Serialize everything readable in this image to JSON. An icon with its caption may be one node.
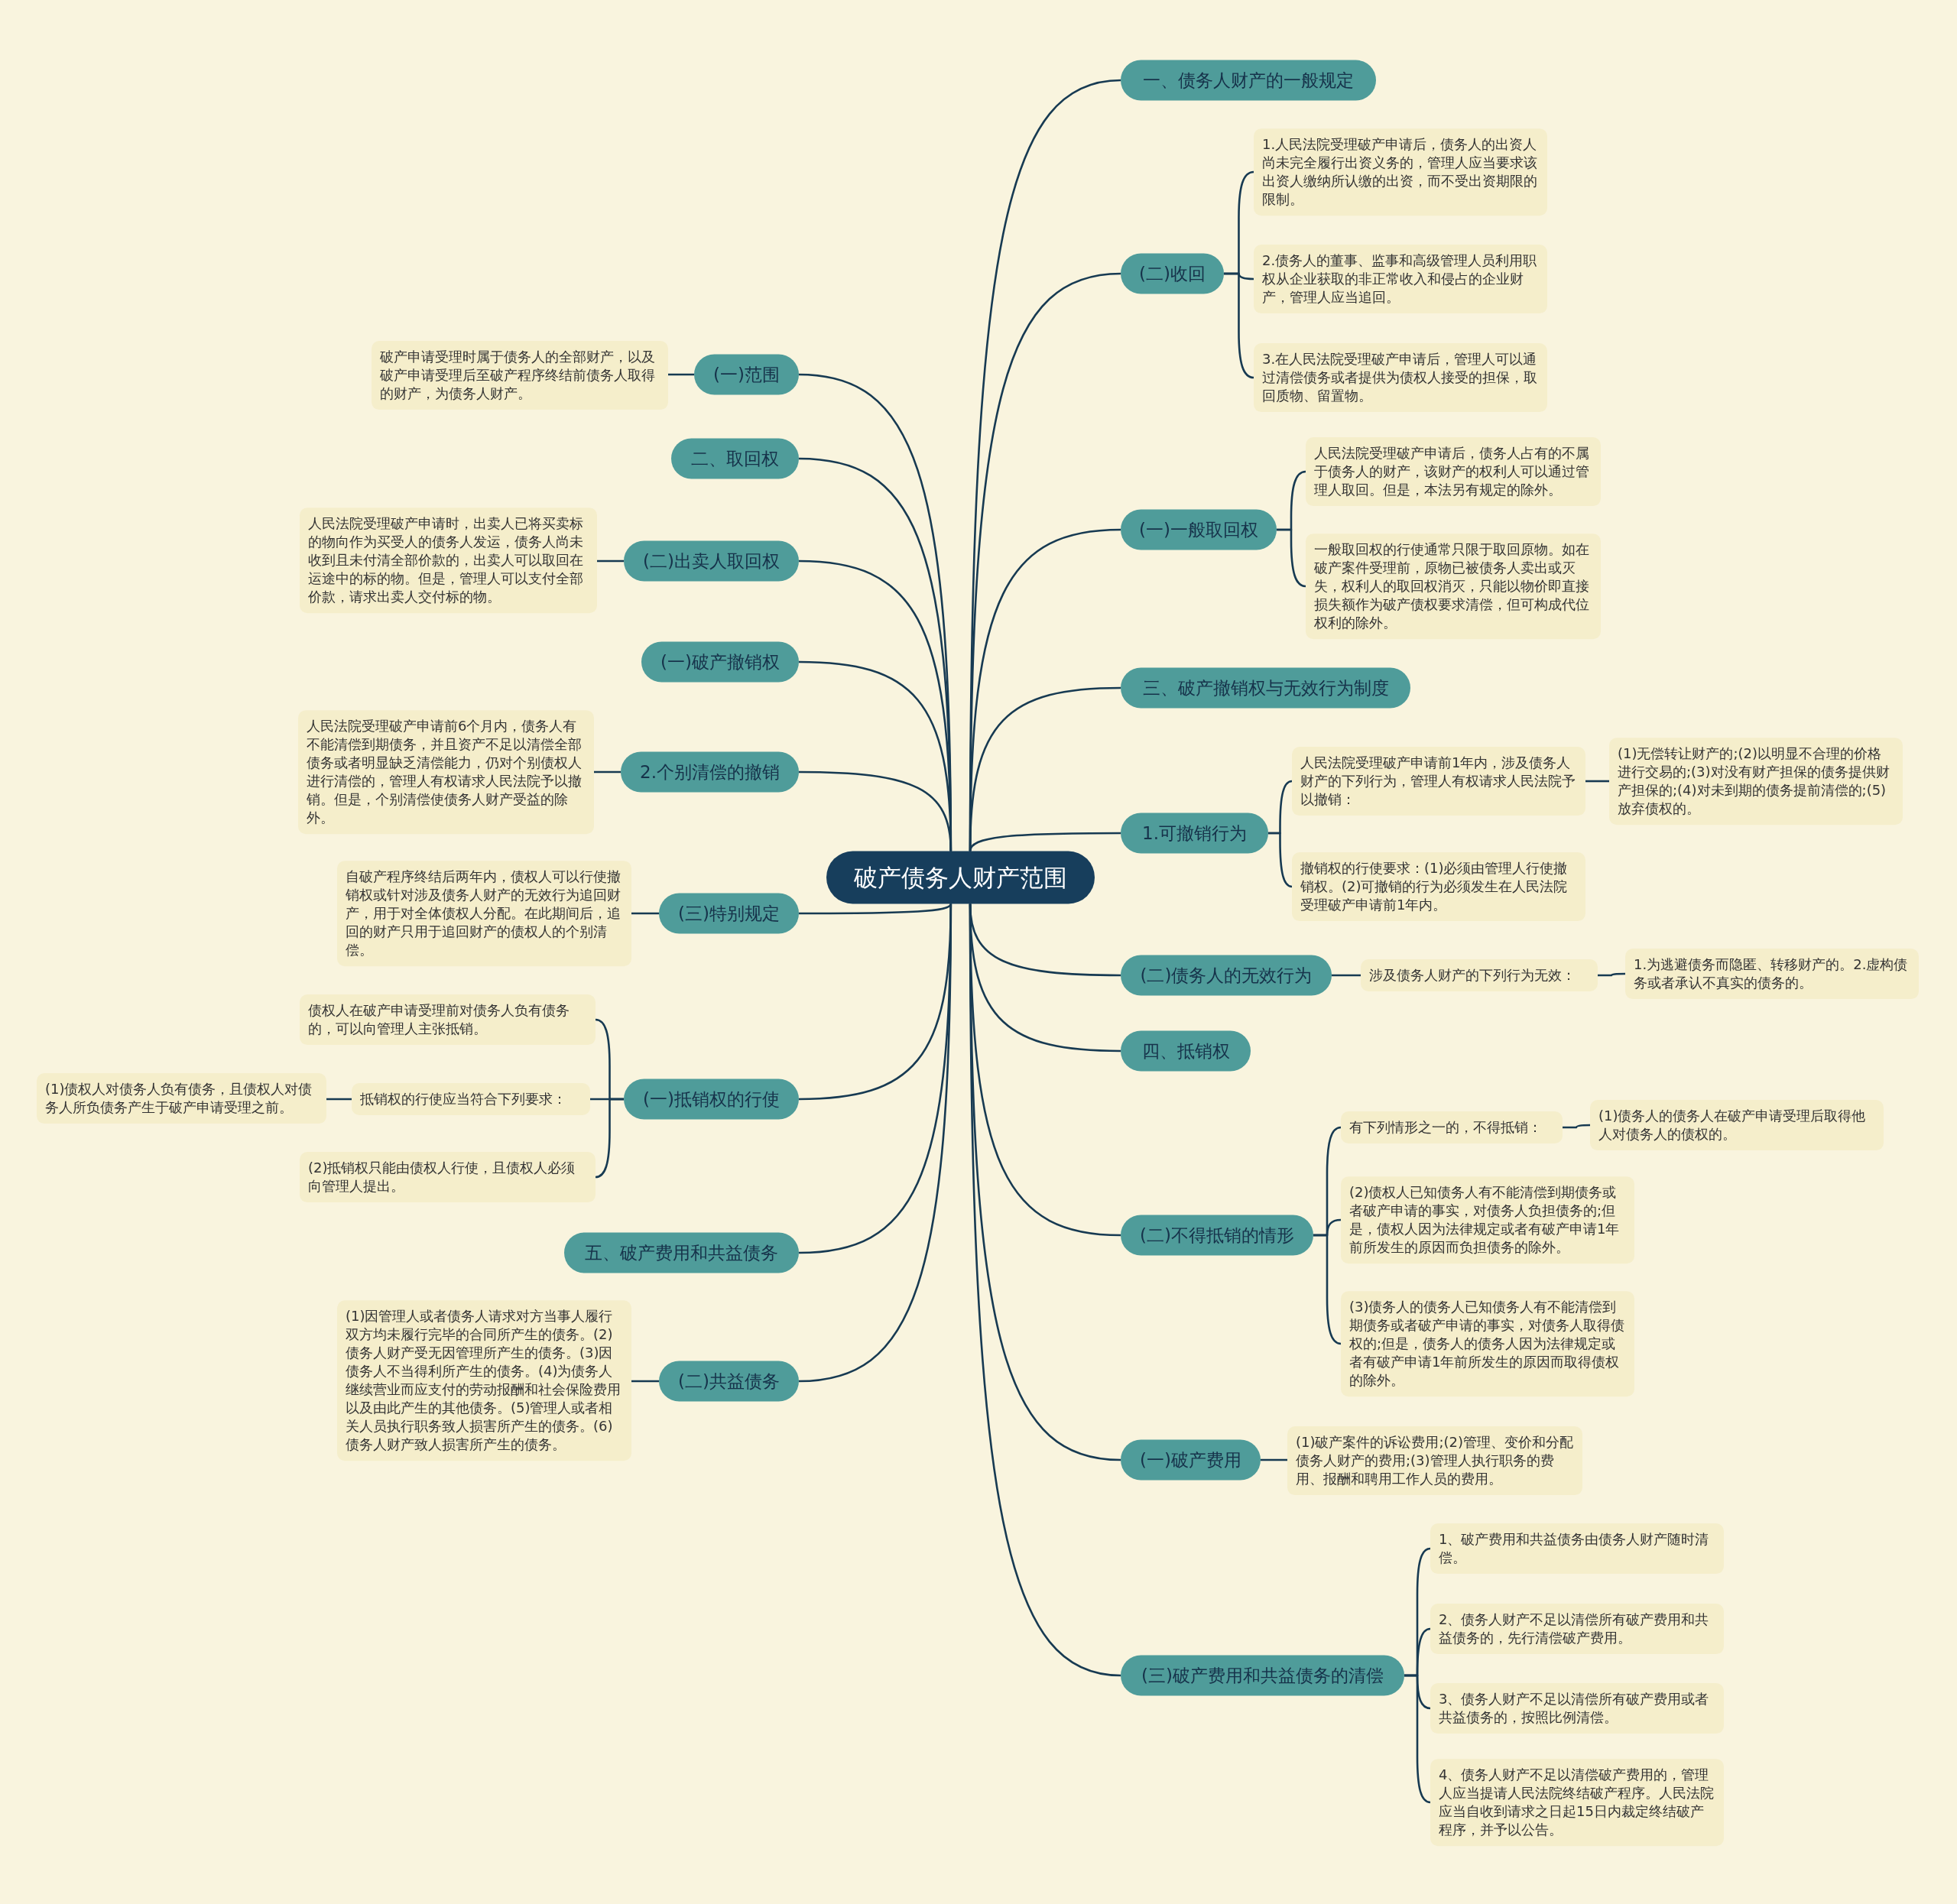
{
  "diagram": {
    "nodes": [
      {
        "text": [
          "破产债务人财产范围"
        ]
      },
      {
        "text": [
          "一、债务人财产的一般规定"
        ]
      },
      {
        "text": [
          "(二)收回"
        ]
      },
      {
        "text": [
          "1.人民法院受理破产申请后，债务人的出资人尚未完全履行出资义务的，管理人应当要求该出资人缴纳所认缴的出资，而不受出资期限的限制。"
        ]
      },
      {
        "text": [
          "2.债务人的董事、监事和高级管理人员利用职权从企业获取的非正常收入和侵占的企业财产，管理人应当追回。"
        ]
      },
      {
        "text": [
          "3.在人民法院受理破产申请后，管理人可以通过清偿债务或者提供为债权人接受的担保，取回质物、留置物。"
        ]
      },
      {
        "text": [
          "(一)一般取回权"
        ]
      },
      {
        "text": [
          "人民法院受理破产申请后，债务人占有的不属于债务人的财产，该财产的权利人可以通过管理人取回。但是，本法另有规定的除外。"
        ]
      },
      {
        "text": [
          "一般取回权的行使通常只限于取回原物。如在破产案件受理前，原物已被债务人卖出或灭失，权利人的取回权消灭，只能以物价即直接损失额作为破产债权要求清偿，但可构成代位权利的除外。"
        ]
      },
      {
        "text": [
          "三、破产撤销权与无效行为制度"
        ]
      },
      {
        "text": [
          "1.可撤销行为"
        ]
      },
      {
        "text": [
          "人民法院受理破产申请前1年内，涉及债务人财产的下列行为，管理人有权请求人民法院予以撤销："
        ]
      },
      {
        "text": [
          "(1)无偿转让财产的;(2)以明显不合理的价格进行交易的;(3)对没有财产担保的债务提供财产担保的;(4)对未到期的债务提前清偿的;(5)放弃债权的。"
        ]
      },
      {
        "text": [
          "撤销权的行使要求：(1)必须由管理人行使撤销权。(2)可撤销的行为必须发生在人民法院受理破产申请前1年内。"
        ]
      },
      {
        "text": [
          "(二)债务人的无效行为"
        ]
      },
      {
        "text": [
          "涉及债务人财产的下列行为无效："
        ]
      },
      {
        "text": [
          "1.为逃避债务而隐匿、转移财产的。2.虚构债务或者承认不真实的债务的。"
        ]
      },
      {
        "text": [
          "四、抵销权"
        ]
      },
      {
        "text": [
          "(二)不得抵销的情形"
        ]
      },
      {
        "text": [
          "有下列情形之一的，不得抵销："
        ]
      },
      {
        "text": [
          "(1)债务人的债务人在破产申请受理后取得他人对债务人的债权的。"
        ]
      },
      {
        "text": [
          "(2)债权人已知债务人有不能清偿到期债务或者破产申请的事实，对债务人负担债务的;但是，债权人因为法律规定或者有破产申请1年前所发生的原因而负担债务的除外。"
        ]
      },
      {
        "text": [
          "(3)债务人的债务人已知债务人有不能清偿到期债务或者破产申请的事实，对债务人取得债权的;但是，债务人的债务人因为法律规定或者有破产申请1年前所发生的原因而取得债权的除外。"
        ]
      },
      {
        "text": [
          "(一)破产费用"
        ]
      },
      {
        "text": [
          "(1)破产案件的诉讼费用;(2)管理、变价和分配债务人财产的费用;(3)管理人执行职务的费用、报酬和聘用工作人员的费用。"
        ]
      },
      {
        "text": [
          "(三)破产费用和共益债务的清偿"
        ]
      },
      {
        "text": [
          "1、破产费用和共益债务由债务人财产随时清偿。"
        ]
      },
      {
        "text": [
          "2、债务人财产不足以清偿所有破产费用和共益债务的，先行清偿破产费用。"
        ]
      },
      {
        "text": [
          "3、债务人财产不足以清偿所有破产费用或者共益债务的，按照比例清偿。"
        ]
      },
      {
        "text": [
          "4、债务人财产不足以清偿破产费用的，管理人应当提请人民法院终结破产程序。人民法院应当自收到请求之日起15日内裁定终结破产程序，并予以公告。"
        ]
      },
      {
        "text": [
          "(一)范围"
        ]
      },
      {
        "text": [
          "破产申请受理时属于债务人的全部财产，以及破产申请受理后至破产程序终结前债务人取得的财产，为债务人财产。"
        ]
      },
      {
        "text": [
          "二、取回权"
        ]
      },
      {
        "text": [
          "(二)出卖人取回权"
        ]
      },
      {
        "text": [
          "人民法院受理破产申请时，出卖人已将买卖标的物向作为买受人的债务人发运，债务人尚未收到且未付清全部价款的，出卖人可以取回在运途中的标的物。但是，管理人可以支付全部价款，请求出卖人交付标的物。"
        ]
      },
      {
        "text": [
          "(一)破产撤销权"
        ]
      },
      {
        "text": [
          "2.个别清偿的撤销"
        ]
      },
      {
        "text": [
          "人民法院受理破产申请前6个月内，债务人有不能清偿到期债务，并且资产不足以清偿全部债务或者明显缺乏清偿能力，仍对个别债权人进行清偿的，管理人有权请求人民法院予以撤销。但是，个别清偿使债务人财产受益的除外。"
        ]
      },
      {
        "text": [
          "(三)特别规定"
        ]
      },
      {
        "text": [
          "自破产程序终结后两年内，债权人可以行使撤销权或针对涉及债务人财产的无效行为追回财产，用于对全体债权人分配。在此期间后，追回的财产只用于追回财产的债权人的个别清偿。"
        ]
      },
      {
        "text": [
          "(一)抵销权的行使"
        ]
      },
      {
        "text": [
          "债权人在破产申请受理前对债务人负有债务的，可以向管理人主张抵销。"
        ]
      },
      {
        "text": [
          "抵销权的行使应当符合下列要求："
        ]
      },
      {
        "text": [
          "(1)债权人对债务人负有债务，且债权人对债务人所负债务产生于破产申请受理之前。"
        ]
      },
      {
        "text": [
          "(2)抵销权只能由债权人行使，且债权人必须向管理人提出。"
        ]
      },
      {
        "text": [
          "五、破产费用和共益债务"
        ]
      },
      {
        "text": [
          "(二)共益债务"
        ]
      },
      {
        "text": [
          "(1)因管理人或者债务人请求对方当事人履行双方均未履行完毕的合同所产生的债务。(2)债务人财产受无因管理所产生的债务。(3)因债务人不当得利所产生的债务。(4)为债务人继续营业而应支付的劳动报酬和社会保险费用以及由此产生的其他债务。(5)管理人或者相关人员执行职务致人损害所产生的债务。(6)债务人财产致人损害所产生的债务。"
        ]
      }
    ],
    "edges": [
      {
        "from": 0,
        "to": 1,
        "arrow": "none"
      },
      {
        "from": 0,
        "to": 2,
        "arrow": "none"
      },
      {
        "from": 0,
        "to": 6,
        "arrow": "none"
      },
      {
        "from": 0,
        "to": 9,
        "arrow": "none"
      },
      {
        "from": 0,
        "to": 10,
        "arrow": "none"
      },
      {
        "from": 0,
        "to": 14,
        "arrow": "none"
      },
      {
        "from": 0,
        "to": 17,
        "arrow": "none"
      },
      {
        "from": 0,
        "to": 18,
        "arrow": "none"
      },
      {
        "from": 0,
        "to": 23,
        "arrow": "none"
      },
      {
        "from": 0,
        "to": 25,
        "arrow": "none"
      },
      {
        "from": 0,
        "to": 30,
        "arrow": "none"
      },
      {
        "from": 0,
        "to": 32,
        "arrow": "none"
      },
      {
        "from": 0,
        "to": 33,
        "arrow": "none"
      },
      {
        "from": 0,
        "to": 35,
        "arrow": "none"
      },
      {
        "from": 0,
        "to": 36,
        "arrow": "none"
      },
      {
        "from": 0,
        "to": 38,
        "arrow": "none"
      },
      {
        "from": 0,
        "to": 40,
        "arrow": "none"
      },
      {
        "from": 0,
        "to": 45,
        "arrow": "none"
      },
      {
        "from": 0,
        "to": 46,
        "arrow": "none"
      },
      {
        "from": 2,
        "to": 3,
        "arrow": "none"
      },
      {
        "from": 2,
        "to": 4,
        "arrow": "none"
      },
      {
        "from": 2,
        "to": 5,
        "arrow": "none"
      },
      {
        "from": 6,
        "to": 7,
        "arrow": "none"
      },
      {
        "from": 6,
        "to": 8,
        "arrow": "none"
      },
      {
        "from": 10,
        "to": 11,
        "arrow": "none"
      },
      {
        "from": 10,
        "to": 13,
        "arrow": "none"
      },
      {
        "from": 11,
        "to": 12,
        "arrow": "none"
      },
      {
        "from": 14,
        "to": 15,
        "arrow": "none"
      },
      {
        "from": 15,
        "to": 16,
        "arrow": "none"
      },
      {
        "from": 18,
        "to": 19,
        "arrow": "none"
      },
      {
        "from": 18,
        "to": 21,
        "arrow": "none"
      },
      {
        "from": 18,
        "to": 22,
        "arrow": "none"
      },
      {
        "from": 19,
        "to": 20,
        "arrow": "none"
      },
      {
        "from": 23,
        "to": 24,
        "arrow": "none"
      },
      {
        "from": 25,
        "to": 26,
        "arrow": "none"
      },
      {
        "from": 25,
        "to": 27,
        "arrow": "none"
      },
      {
        "from": 25,
        "to": 28,
        "arrow": "none"
      },
      {
        "from": 25,
        "to": 29,
        "arrow": "none"
      },
      {
        "from": 30,
        "to": 31,
        "arrow": "none"
      },
      {
        "from": 33,
        "to": 34,
        "arrow": "none"
      },
      {
        "from": 36,
        "to": 37,
        "arrow": "none"
      },
      {
        "from": 38,
        "to": 39,
        "arrow": "none"
      },
      {
        "from": 40,
        "to": 41,
        "arrow": "none"
      },
      {
        "from": 40,
        "to": 42,
        "arrow": "none"
      },
      {
        "from": 40,
        "to": 44,
        "arrow": "none"
      },
      {
        "from": 42,
        "to": 43,
        "arrow": "none"
      },
      {
        "from": 46,
        "to": 47,
        "arrow": "none"
      }
    ]
  }
}
